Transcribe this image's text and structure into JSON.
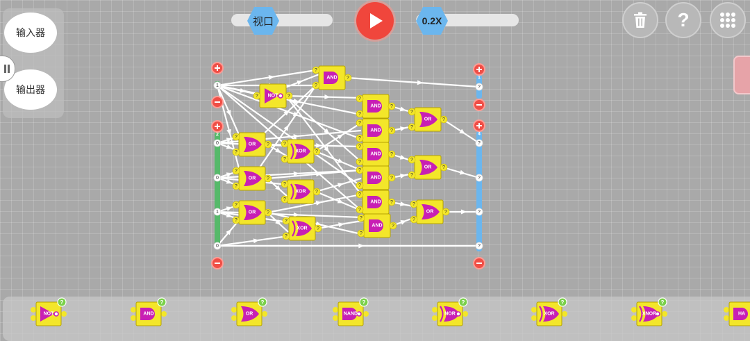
{
  "left_panel": {
    "input_button": "输入器",
    "output_button": "输出器"
  },
  "toolbar": {
    "viewport_label": "视口",
    "speed_label": "0.2X",
    "play_icon": "play-icon",
    "trash_icon": "trash-icon",
    "help_icon": "question-icon",
    "help_glyph": "?",
    "menu_icon": "grid-menu-icon"
  },
  "colors": {
    "background": "#a9a9a9",
    "gate_fill": "#f3e62a",
    "gate_body": "#c81fb4",
    "wire": "#ffffff",
    "input_bar": "#56b96a",
    "output_bar": "#6bb6ee",
    "add_remove": "#ef4e46",
    "pin_badge": "#7ad04a",
    "play": "#f0463c"
  },
  "circuit": {
    "input_groups": [
      {
        "label": "1",
        "values": [
          "1"
        ]
      },
      {
        "label": "2",
        "values": [
          "0",
          "0",
          "1",
          "0"
        ]
      }
    ],
    "output_groups": [
      {
        "label": "1",
        "values": [
          "?"
        ]
      },
      {
        "label": "4",
        "values": [
          "?",
          "?",
          "?",
          "?"
        ]
      }
    ],
    "gates": [
      {
        "type": "AND",
        "text": "AND",
        "in": [
          "?",
          "?"
        ],
        "out": "?"
      },
      {
        "type": "NOT",
        "text": "NOT",
        "in": [
          "?"
        ],
        "out": "?"
      },
      {
        "type": "OR",
        "text": "OR",
        "in": [
          "?",
          "?"
        ],
        "out": "?"
      },
      {
        "type": "OR",
        "text": "OR",
        "in": [
          "?",
          "?"
        ],
        "out": "?"
      },
      {
        "type": "OR",
        "text": "OR",
        "in": [
          "?",
          "?"
        ],
        "out": "?"
      },
      {
        "type": "XOR",
        "text": "XOR",
        "in": [
          "?",
          "?"
        ],
        "out": "?"
      },
      {
        "type": "XOR",
        "text": "XOR",
        "in": [
          "?",
          "?"
        ],
        "out": "?"
      },
      {
        "type": "XOR",
        "text": "XOR",
        "in": [
          "?",
          "?"
        ],
        "out": "?"
      },
      {
        "type": "AND",
        "text": "AND",
        "in": [
          "?",
          "?"
        ],
        "out": "?"
      },
      {
        "type": "AND",
        "text": "AND",
        "in": [
          "?",
          "?"
        ],
        "out": "?"
      },
      {
        "type": "AND",
        "text": "AND",
        "in": [
          "?",
          "?"
        ],
        "out": "?"
      },
      {
        "type": "AND",
        "text": "AND",
        "in": [
          "?",
          "?"
        ],
        "out": "?"
      },
      {
        "type": "AND",
        "text": "AND",
        "in": [
          "?",
          "?"
        ],
        "out": "?"
      },
      {
        "type": "AND",
        "text": "AND",
        "in": [
          "?",
          "?"
        ],
        "out": "?"
      },
      {
        "type": "OR",
        "text": "OR",
        "in": [
          "?",
          "?"
        ],
        "out": "?"
      },
      {
        "type": "OR",
        "text": "OR",
        "in": [
          "?",
          "?"
        ],
        "out": "?"
      },
      {
        "type": "OR",
        "text": "OR",
        "in": [
          "?",
          "?"
        ],
        "out": "?"
      }
    ]
  },
  "palette": [
    {
      "text": "NOT",
      "badge": "?"
    },
    {
      "text": "AND",
      "badge": "?"
    },
    {
      "text": "OR",
      "badge": "?"
    },
    {
      "text": "NAND",
      "badge": "?"
    },
    {
      "text": "NOR",
      "badge": "?"
    },
    {
      "text": "XOR",
      "badge": "?"
    },
    {
      "text": "XNOR",
      "badge": "?"
    },
    {
      "text": "HA",
      "badge": ""
    }
  ]
}
